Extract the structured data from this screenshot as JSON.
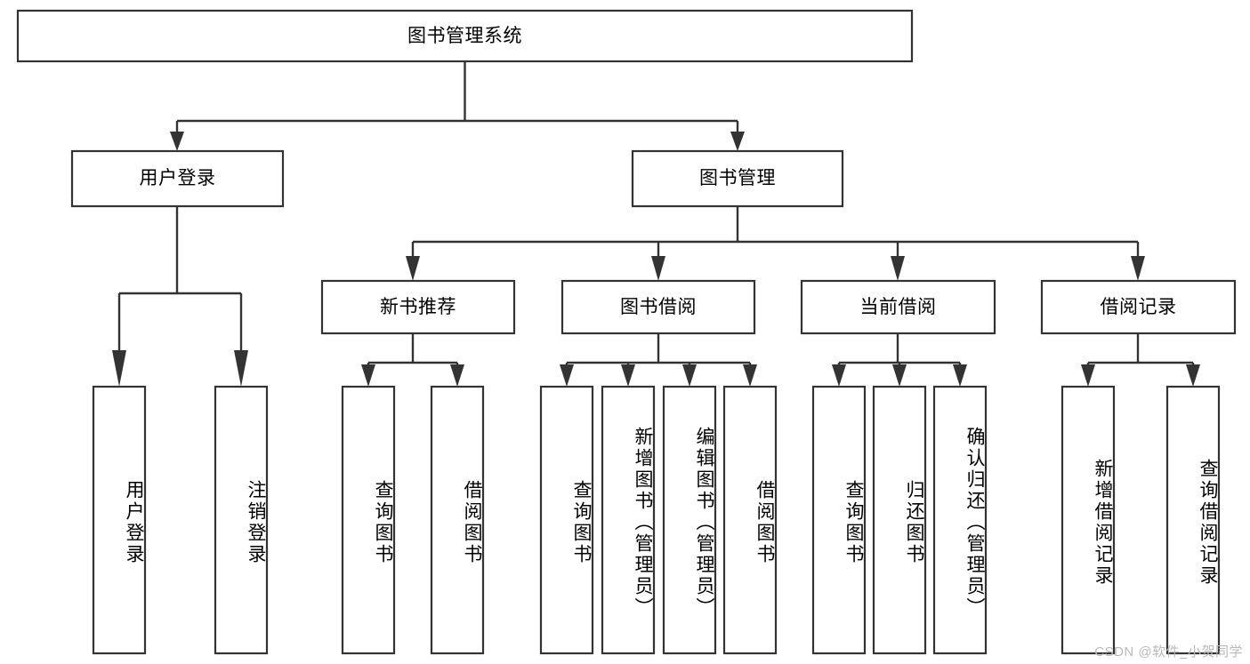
{
  "diagram": {
    "type": "tree",
    "title": "图书管理系统",
    "watermark": "CSDN @软件_小贺同学",
    "levels": {
      "root": {
        "label": "图书管理系统"
      },
      "level2": [
        {
          "id": "user-login",
          "label": "用户登录"
        },
        {
          "id": "book-manage",
          "label": "图书管理"
        }
      ],
      "level3": [
        {
          "id": "new-book-recommend",
          "label": "新书推荐"
        },
        {
          "id": "book-borrow",
          "label": "图书借阅"
        },
        {
          "id": "current-borrow",
          "label": "当前借阅"
        },
        {
          "id": "borrow-record",
          "label": "借阅记录"
        }
      ],
      "leaves": {
        "user-login": [
          {
            "id": "leaf-user-login",
            "label": "用户登录"
          },
          {
            "id": "leaf-logout-login",
            "label": "注销登录"
          }
        ],
        "new-book-recommend": [
          {
            "id": "leaf-query-book-1",
            "label": "查询图书"
          },
          {
            "id": "leaf-borrow-book-1",
            "label": "借阅图书"
          }
        ],
        "book-borrow": [
          {
            "id": "leaf-query-book-2",
            "label": "查询图书"
          },
          {
            "id": "leaf-add-book",
            "label": "新增图书（管理员）"
          },
          {
            "id": "leaf-edit-book",
            "label": "编辑图书（管理员）"
          },
          {
            "id": "leaf-borrow-book-2",
            "label": "借阅图书"
          }
        ],
        "current-borrow": [
          {
            "id": "leaf-query-book-3",
            "label": "查询图书"
          },
          {
            "id": "leaf-return-book",
            "label": "归还图书"
          },
          {
            "id": "leaf-confirm-return",
            "label": "确认归还（管理员）"
          }
        ],
        "borrow-record": [
          {
            "id": "leaf-add-record",
            "label": "新增借阅记录"
          },
          {
            "id": "leaf-query-record",
            "label": "查询借阅记录"
          }
        ]
      }
    },
    "colors": {
      "stroke": "#333333",
      "fill": "#ffffff",
      "text": "#000000",
      "watermark": "#b9b9b9"
    }
  }
}
